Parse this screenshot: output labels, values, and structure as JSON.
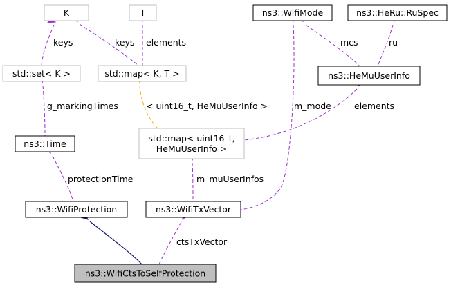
{
  "nodes": {
    "K": {
      "label": [
        "K"
      ],
      "style": "gray"
    },
    "T": {
      "label": [
        "T"
      ],
      "style": "gray"
    },
    "set_K": {
      "label": [
        "std::set< K >"
      ],
      "style": "gray"
    },
    "map_KT": {
      "label": [
        "std::map< K, T >"
      ],
      "style": "gray"
    },
    "time": {
      "label": [
        "ns3::Time"
      ],
      "style": "black"
    },
    "wifi_protection": {
      "label": [
        "ns3::WifiProtection"
      ],
      "style": "black"
    },
    "wifi_tx_vector": {
      "label": [
        "ns3::WifiTxVector"
      ],
      "style": "black"
    },
    "cts_to_self": {
      "label": [
        "ns3::WifiCtsToSelfProtection"
      ],
      "style": "focus"
    },
    "wifi_mode": {
      "label": [
        "ns3::WifiMode"
      ],
      "style": "black"
    },
    "ru_spec": {
      "label": [
        "ns3::HeRu::RuSpec"
      ],
      "style": "black"
    },
    "he_mu_user_info": {
      "label": [
        "ns3::HeMuUserInfo"
      ],
      "style": "black"
    },
    "map_uint16": {
      "label": [
        "std::map< uint16_t,",
        "HeMuUserInfo >"
      ],
      "style": "gray"
    }
  },
  "edges": [
    {
      "id": "k-set",
      "label": "keys",
      "kind": "usage"
    },
    {
      "id": "k-map",
      "label": "keys",
      "kind": "usage"
    },
    {
      "id": "t-map",
      "label": "elements",
      "kind": "usage"
    },
    {
      "id": "set-time",
      "label": "g_markingTimes",
      "kind": "usage"
    },
    {
      "id": "map-inst",
      "label": "< uint16_t, HeMuUserInfo >",
      "kind": "template"
    },
    {
      "id": "time-prot",
      "label": "protectionTime",
      "kind": "usage"
    },
    {
      "id": "mode-info",
      "label": "mcs",
      "kind": "usage"
    },
    {
      "id": "ru-info",
      "label": "ru",
      "kind": "usage"
    },
    {
      "id": "info-map",
      "label": "elements",
      "kind": "usage"
    },
    {
      "id": "mode-txv",
      "label": "m_mode",
      "kind": "usage"
    },
    {
      "id": "map-txv",
      "label": "m_muUserInfos",
      "kind": "usage"
    },
    {
      "id": "prot-cts",
      "label": "",
      "kind": "inheritance"
    },
    {
      "id": "txv-cts",
      "label": "ctsTxVector",
      "kind": "usage"
    }
  ],
  "colors": {
    "usage": "#9a32cd",
    "template": "#ffa500",
    "inheritance": "#191970",
    "gray_border": "#bfbfbf",
    "black_border": "#000000",
    "focus_fill": "#bfbfbf"
  }
}
